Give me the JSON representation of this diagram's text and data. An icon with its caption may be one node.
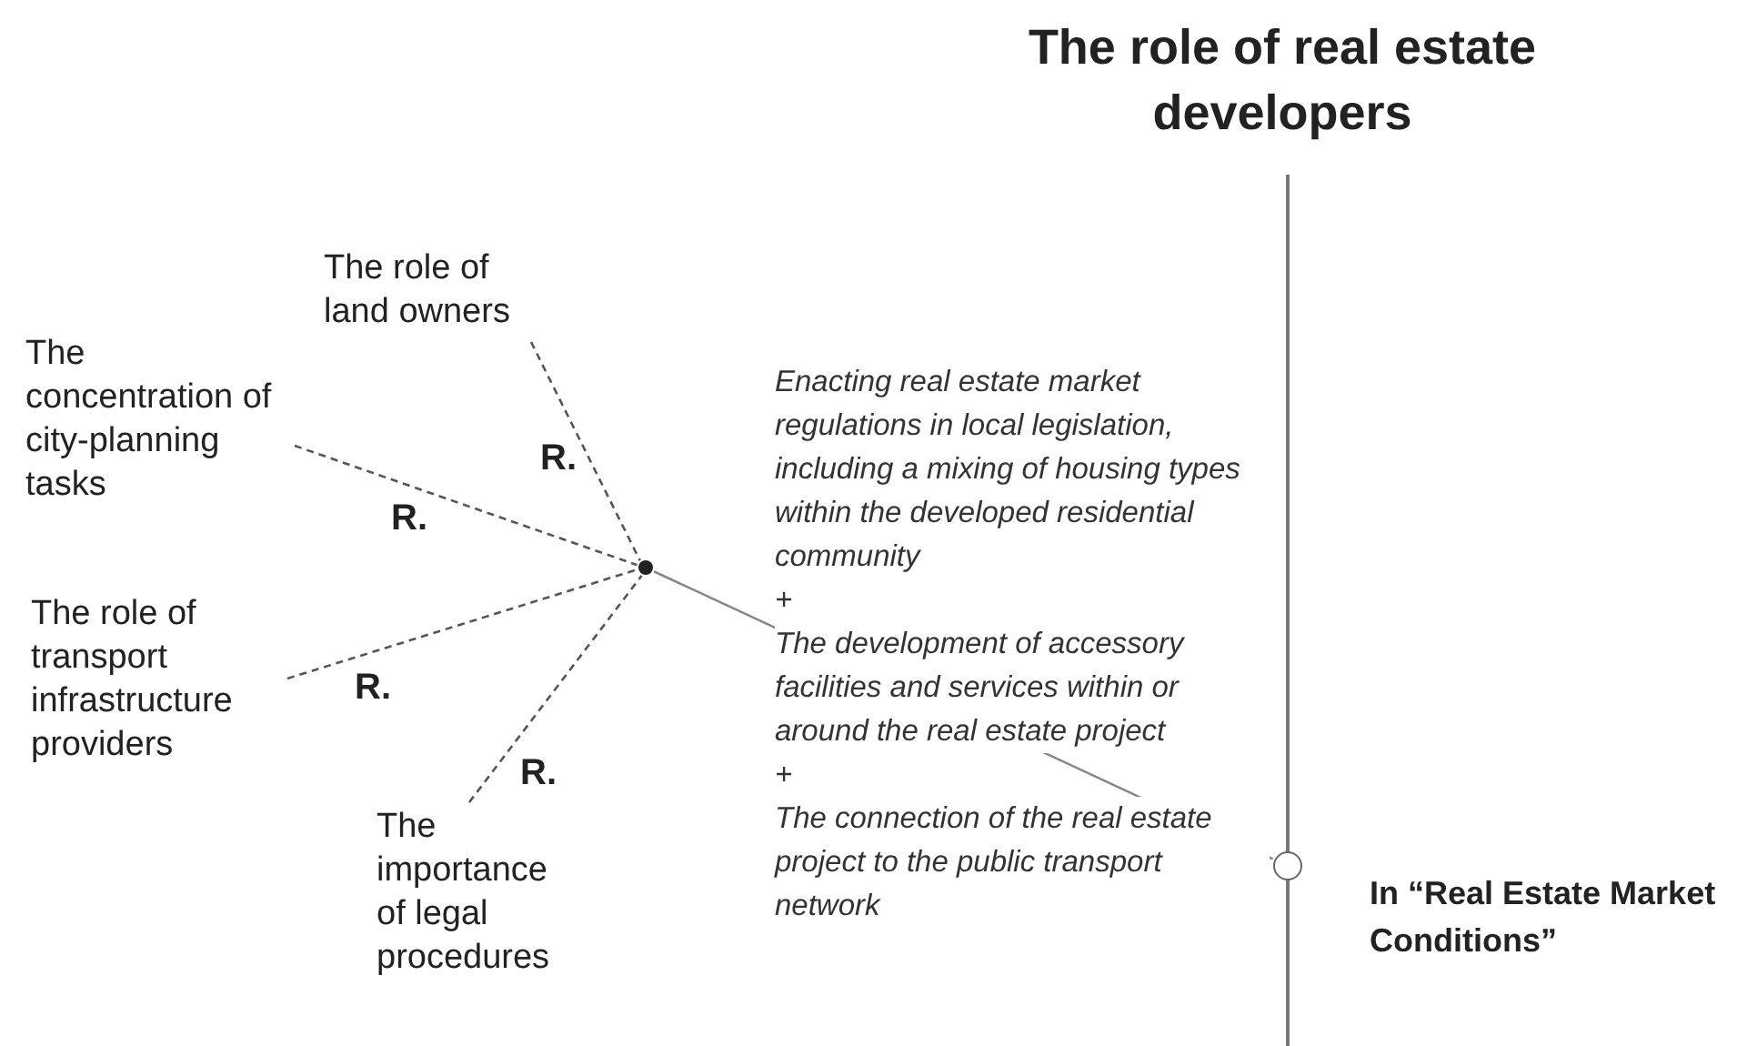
{
  "diagram": {
    "title": "The role of real estate developers",
    "nodes": [
      {
        "text": [
          "The role of land owners"
        ]
      },
      {
        "text": [
          "The concentration of city-planning tasks"
        ]
      },
      {
        "text": [
          "The role of transport infrastructure providers"
        ]
      },
      {
        "text": [
          "The importance of legal procedures"
        ]
      },
      {
        "text": [],
        "shape": "circle"
      },
      {
        "text": [],
        "shape": "circle",
        "beside": [
          "In “Real Estate Market Conditions”"
        ]
      }
    ],
    "edges": [
      {
        "from": 0,
        "to": 4,
        "arrow": "none",
        "style": "dashed",
        "label": "R."
      },
      {
        "from": 1,
        "to": 4,
        "arrow": "none",
        "style": "dashed",
        "label": "R."
      },
      {
        "from": 2,
        "to": 4,
        "arrow": "none",
        "style": "dashed",
        "label": "R."
      },
      {
        "from": 3,
        "to": 4,
        "arrow": "none",
        "style": "dashed",
        "label": "R."
      },
      {
        "from": 4,
        "to": 5,
        "arrow": "none"
      }
    ],
    "labels": [
      "Enacting real estate market regulations in local legislation, including a mixing of housing types within the developed residential community",
      "+",
      "The development of accessory facilities and services within or around the real estate project",
      "+",
      "The connection of the real estate project to the public transport network"
    ]
  }
}
